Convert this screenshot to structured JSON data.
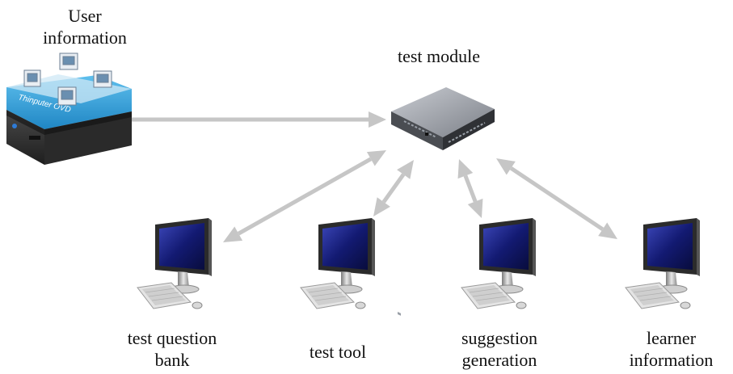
{
  "nodes": {
    "user_server": {
      "label_lines": [
        "User",
        "information"
      ],
      "device_text": "Thinputer OVD"
    },
    "test_module": {
      "label_lines": [
        "test module"
      ]
    },
    "pc_bank": {
      "label_lines": [
        "test question",
        "bank"
      ]
    },
    "pc_tool": {
      "label_lines": [
        "test tool"
      ]
    },
    "pc_suggestion": {
      "label_lines": [
        "suggestion",
        "generation"
      ]
    },
    "pc_learner": {
      "label_lines": [
        "learner",
        "information"
      ]
    }
  },
  "colors": {
    "arrow": "#c6c6c6",
    "server_top": "#cfe8f6",
    "server_band": "#3da4dc",
    "server_body": "#3a3a3a",
    "monitor_screen": "#141a6e",
    "monitor_frame": "#2b2b2b",
    "router_body": "#6a6d73"
  },
  "connections": [
    {
      "from": "user_server",
      "to": "test_module",
      "style": "one-way"
    },
    {
      "from": "test_module",
      "to": "pc_bank",
      "style": "two-way"
    },
    {
      "from": "test_module",
      "to": "pc_tool",
      "style": "two-way"
    },
    {
      "from": "test_module",
      "to": "pc_suggestion",
      "style": "two-way"
    },
    {
      "from": "test_module",
      "to": "pc_learner",
      "style": "two-way"
    }
  ]
}
